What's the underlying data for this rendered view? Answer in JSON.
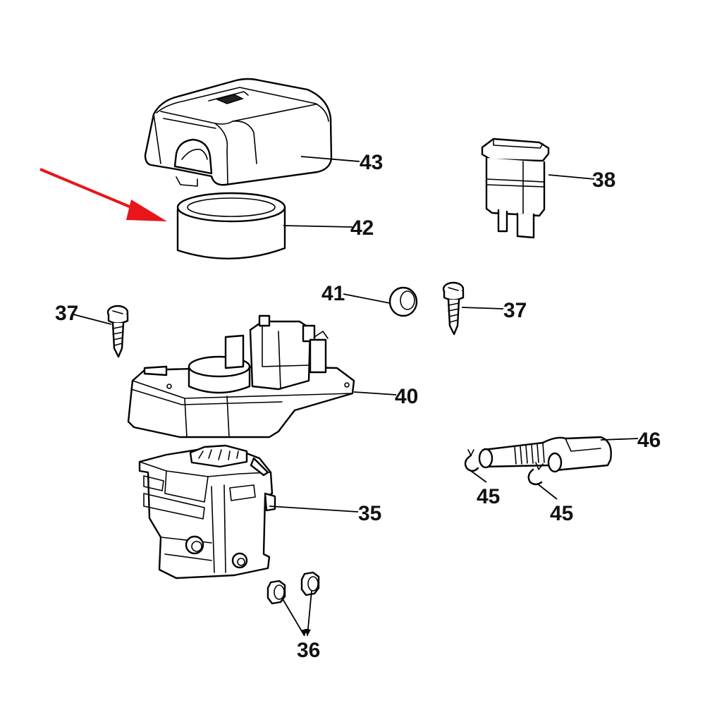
{
  "callouts": {
    "c43": "43",
    "c42": "42",
    "c38": "38",
    "c41": "41",
    "c37_left": "37",
    "c37_right": "37",
    "c40": "40",
    "c46": "46",
    "c45_left": "45",
    "c45_right": "45",
    "c35": "35",
    "c36": "36"
  },
  "colors": {
    "line": "#000000",
    "highlight_arrow": "#e8151b",
    "background": "#ffffff"
  }
}
